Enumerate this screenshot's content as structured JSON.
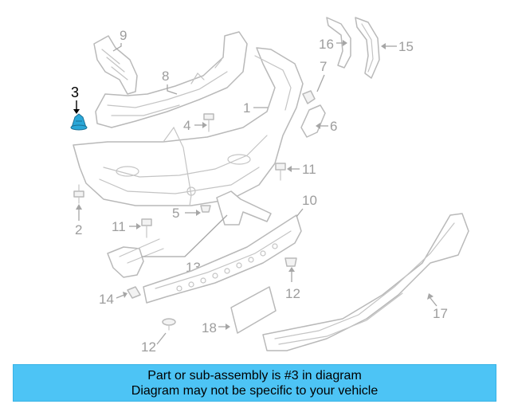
{
  "diagram": {
    "callouts": {
      "c1": "1",
      "c2": "2",
      "c3": "3",
      "c4": "4",
      "c5": "5",
      "c6": "6",
      "c7": "7",
      "c8": "8",
      "c9": "9",
      "c10": "10",
      "c11a": "11",
      "c11b": "11",
      "c12a": "12",
      "c12b": "12",
      "c13": "13",
      "c14": "14",
      "c15": "15",
      "c16": "16",
      "c17": "17",
      "c18": "18"
    },
    "highlight_color": "#2aa7d8"
  },
  "banner": {
    "line1": "Part or sub-assembly is #3 in diagram",
    "line2": "Diagram may not be specific to your vehicle",
    "background": "#4dc4f5"
  }
}
